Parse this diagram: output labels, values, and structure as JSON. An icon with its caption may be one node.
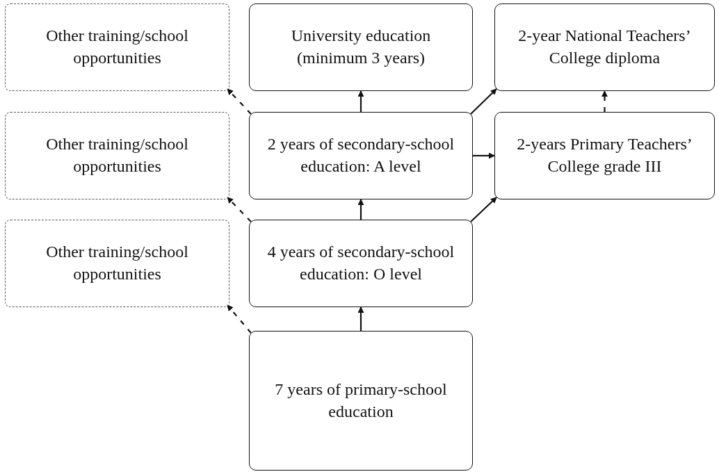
{
  "diagram": {
    "nodes": [
      {
        "text": [
          "Other training/school opportunities"
        ]
      },
      {
        "text": [
          "University education (minimum 3 years)"
        ]
      },
      {
        "text": [
          "2-year National Teachers’ College diploma"
        ]
      },
      {
        "text": [
          "Other training/school opportunities"
        ]
      },
      {
        "text": [
          "2 years of secondary-school education: A level"
        ]
      },
      {
        "text": [
          "2-years Primary Teachers’ College grade III"
        ]
      },
      {
        "text": [
          "Other training/school opportunities"
        ]
      },
      {
        "text": [
          "4 years of secondary-school education: O level"
        ]
      },
      {
        "text": [
          "7 years of primary-school education"
        ]
      }
    ],
    "edges": [
      {
        "from": 8,
        "to": 7,
        "arrow": "to"
      },
      {
        "from": 8,
        "to": 6,
        "arrow": "to",
        "style": "dashed"
      },
      {
        "from": 7,
        "to": 4,
        "arrow": "to"
      },
      {
        "from": 7,
        "to": 3,
        "arrow": "to",
        "style": "dashed"
      },
      {
        "from": 7,
        "to": 5,
        "arrow": "to"
      },
      {
        "from": 4,
        "to": 1,
        "arrow": "to"
      },
      {
        "from": 4,
        "to": 0,
        "arrow": "to",
        "style": "dashed"
      },
      {
        "from": 4,
        "to": 2,
        "arrow": "to"
      },
      {
        "from": 4,
        "to": 5,
        "arrow": "to"
      },
      {
        "from": 5,
        "to": 2,
        "arrow": "to",
        "style": "dashed"
      }
    ]
  }
}
